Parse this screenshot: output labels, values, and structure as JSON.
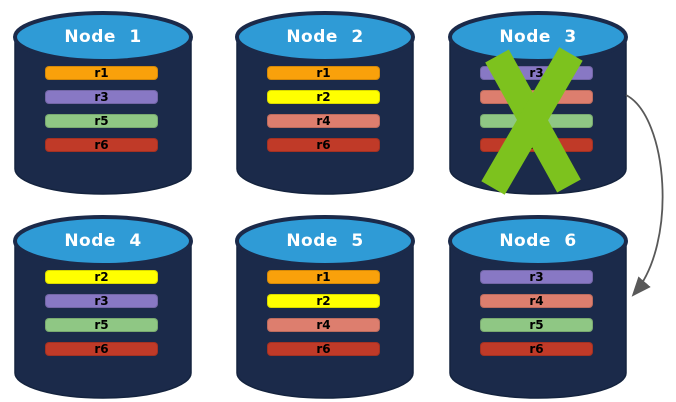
{
  "colors": {
    "background": "#FFFFFF",
    "cylinder_body": "#1B2A4A",
    "cylinder_outline": "#14233E",
    "cylinder_top": "#2F9BD6",
    "title_text": "#FFFFFF",
    "bar_text": "#000000",
    "failure_x": "#7DC21E",
    "arrow": "#595959"
  },
  "nodes": [
    {
      "label": "Node 1",
      "failed": false,
      "replicas": [
        {
          "label": "r1",
          "color": "#F9A10B"
        },
        {
          "label": "r3",
          "color": "#8878C4"
        },
        {
          "label": "r5",
          "color": "#8FC784"
        },
        {
          "label": "r6",
          "color": "#C03A28"
        }
      ]
    },
    {
      "label": "Node 2",
      "failed": false,
      "replicas": [
        {
          "label": "r1",
          "color": "#F9A10B"
        },
        {
          "label": "r2",
          "color": "#FFFF00"
        },
        {
          "label": "r4",
          "color": "#DD7E6E"
        },
        {
          "label": "r6",
          "color": "#C03A28"
        }
      ]
    },
    {
      "label": "Node 3",
      "failed": true,
      "replicas": [
        {
          "label": "r3",
          "color": "#8878C4"
        },
        {
          "label": "r4",
          "color": "#DD7E6E"
        },
        {
          "label": "r5",
          "color": "#8FC784"
        },
        {
          "label": "r6",
          "color": "#C03A28"
        }
      ]
    },
    {
      "label": "Node 4",
      "failed": false,
      "replicas": [
        {
          "label": "r2",
          "color": "#FFFF00"
        },
        {
          "label": "r3",
          "color": "#8878C4"
        },
        {
          "label": "r5",
          "color": "#8FC784"
        },
        {
          "label": "r6",
          "color": "#C03A28"
        }
      ]
    },
    {
      "label": "Node 5",
      "failed": false,
      "replicas": [
        {
          "label": "r1",
          "color": "#F9A10B"
        },
        {
          "label": "r2",
          "color": "#FFFF00"
        },
        {
          "label": "r4",
          "color": "#DD7E6E"
        },
        {
          "label": "r6",
          "color": "#C03A28"
        }
      ]
    },
    {
      "label": "Node 6",
      "failed": false,
      "replicas": [
        {
          "label": "r3",
          "color": "#8878C4"
        },
        {
          "label": "r4",
          "color": "#DD7E6E"
        },
        {
          "label": "r5",
          "color": "#8FC784"
        },
        {
          "label": "r6",
          "color": "#C03A28"
        }
      ]
    }
  ],
  "arrow": {
    "from": "Node 3",
    "to": "Node 6"
  }
}
